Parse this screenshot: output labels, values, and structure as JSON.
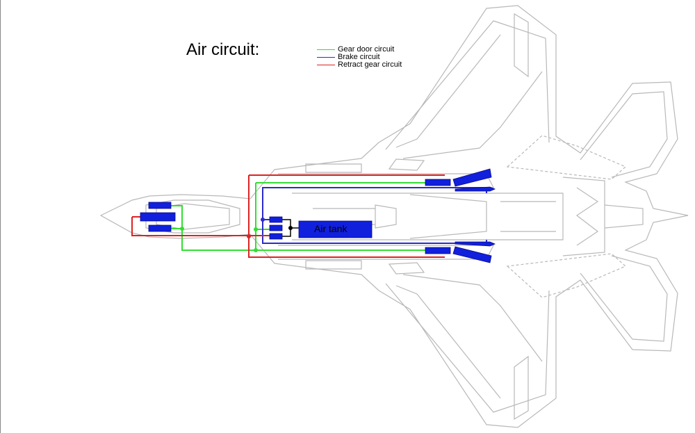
{
  "title": "Air circuit:",
  "legend": [
    {
      "label": "Gear door circuit",
      "color": "#33dd33"
    },
    {
      "label": "Brake circuit",
      "color": "#2b2bcc"
    },
    {
      "label": "Retract gear circuit",
      "color": "#dd2222"
    }
  ],
  "air_tank_label": "Air tank",
  "colors": {
    "outline": "#b8b8b8",
    "component": "#1020dd",
    "gear_door": "#33dd33",
    "brake": "#2b2bcc",
    "retract": "#dd2222",
    "junction": "#000000"
  }
}
